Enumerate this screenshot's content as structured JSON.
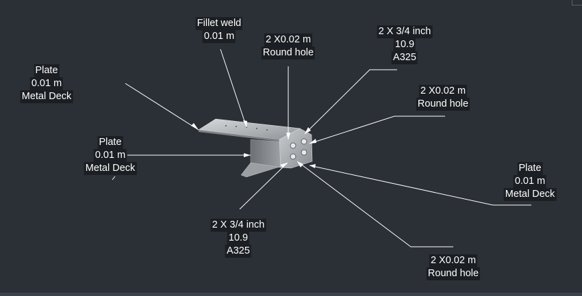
{
  "annotations": [
    {
      "id": "fillet-weld",
      "lines": [
        "Fillet weld",
        "0.01 m"
      ]
    },
    {
      "id": "round-hole-top",
      "lines": [
        "2 X0.02 m",
        "Round hole"
      ]
    },
    {
      "id": "bolt-top",
      "lines": [
        "2 X 3/4 inch",
        "10.9",
        "A325"
      ]
    },
    {
      "id": "plate-top-left",
      "lines": [
        "Plate",
        "0.01 m",
        "Metal Deck"
      ]
    },
    {
      "id": "round-hole-right",
      "lines": [
        "2 X0.02 m",
        "Round hole"
      ]
    },
    {
      "id": "plate-mid-left",
      "lines": [
        "Plate",
        "0.01 m",
        "Metal Deck"
      ]
    },
    {
      "id": "plate-right",
      "lines": [
        "Plate",
        "0.01 m",
        "Metal Deck"
      ]
    },
    {
      "id": "bolt-bottom",
      "lines": [
        "2 X 3/4 inch",
        "10.9",
        "A325"
      ]
    },
    {
      "id": "round-hole-bottom",
      "lines": [
        "2 X0.02 m",
        "Round hole"
      ]
    }
  ],
  "colors": {
    "background": "#2b2f36",
    "leader": "#ffffff",
    "label_bg": "#1b1e23",
    "steel_light": "#b9bcbf",
    "steel_dark": "#6f7378"
  }
}
